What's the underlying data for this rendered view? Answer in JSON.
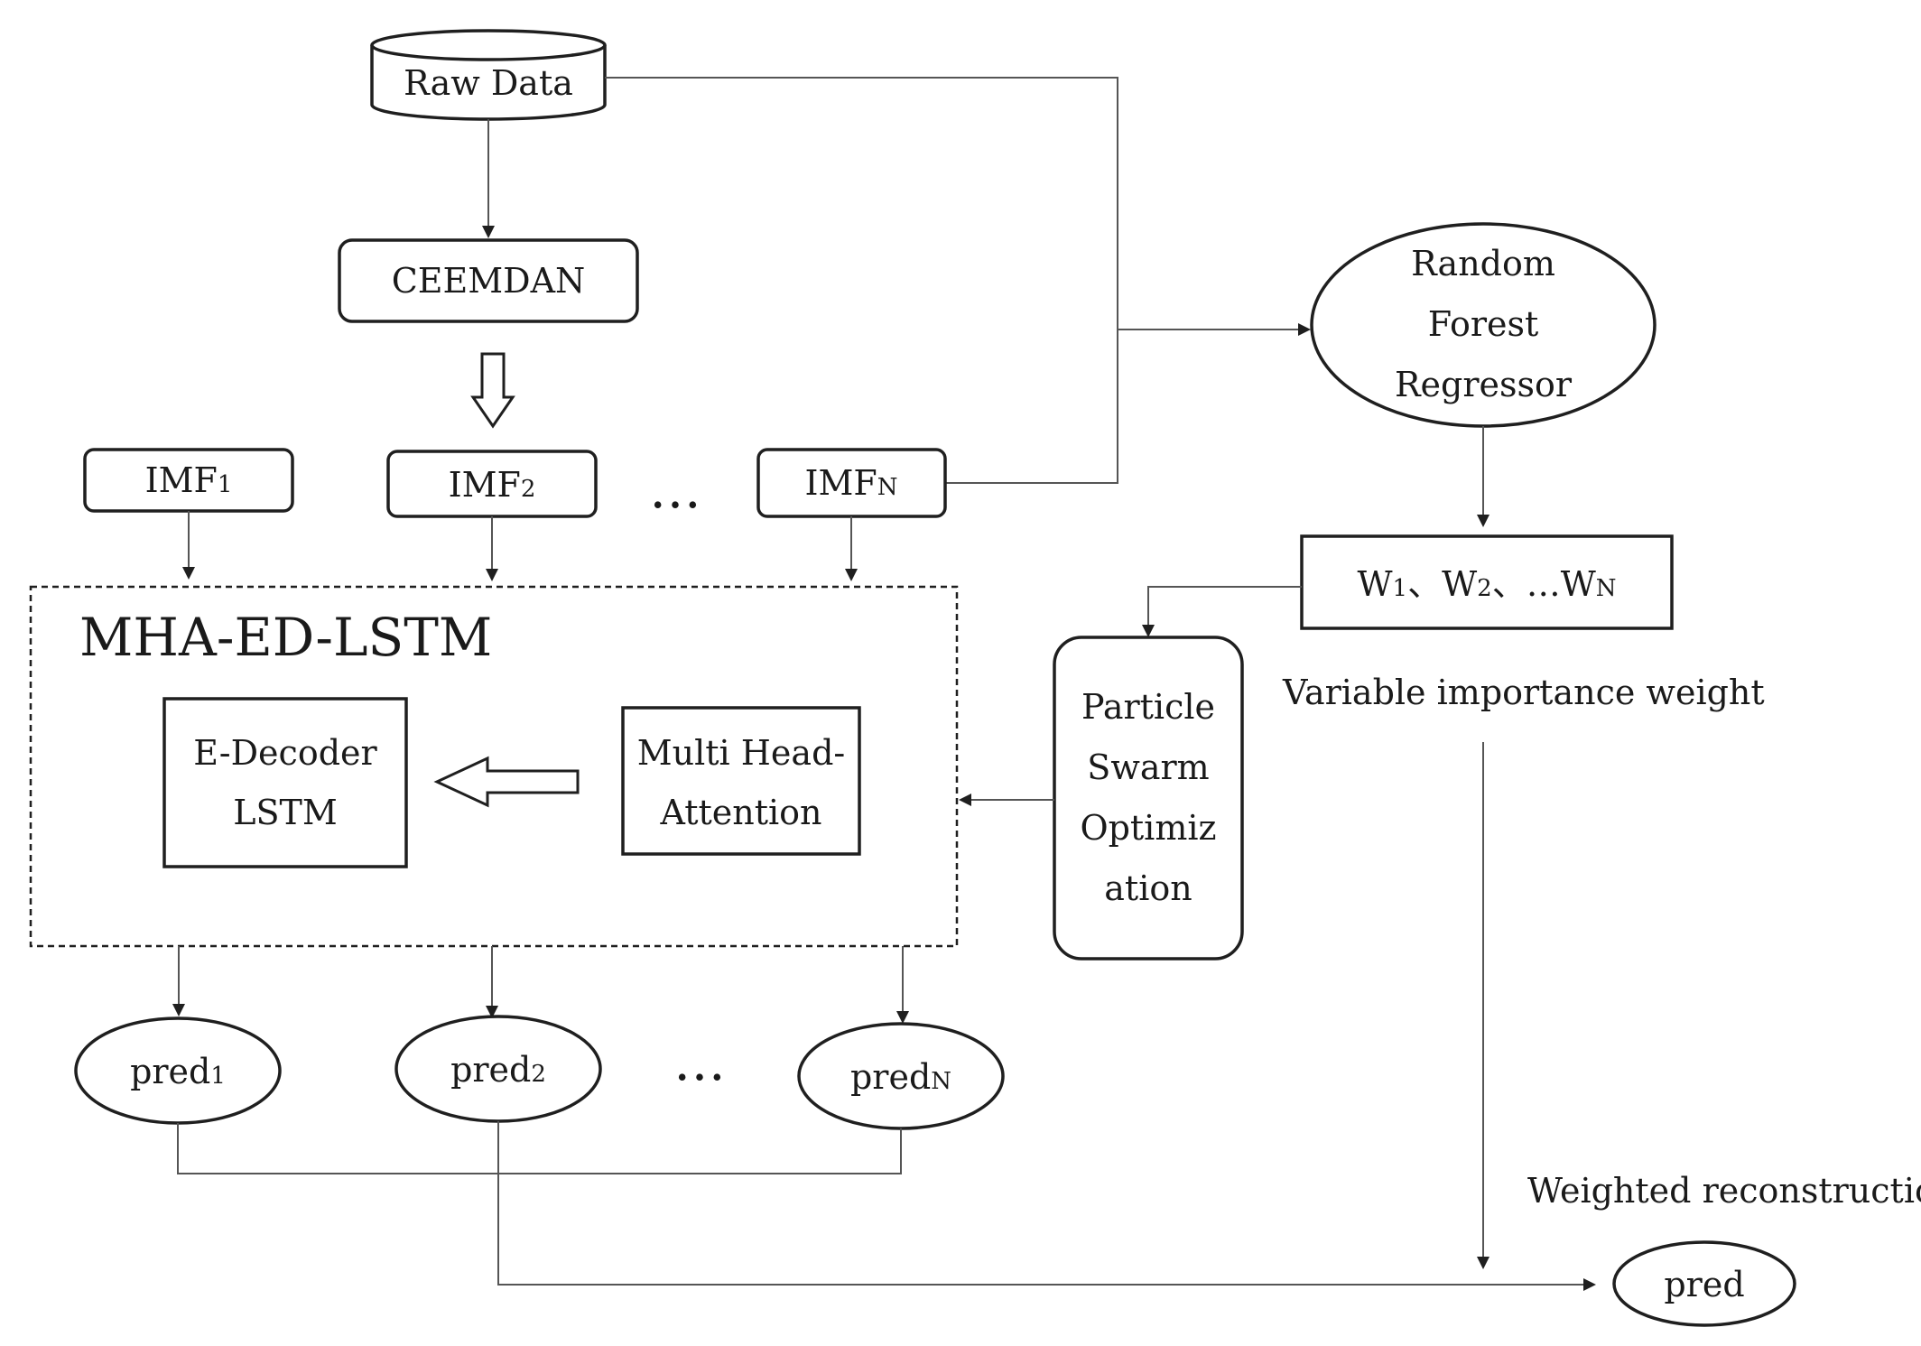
{
  "nodes": {
    "raw_data": "Raw Data",
    "ceemdan": "CEEMDAN",
    "imf1": {
      "base": "IMF",
      "sub": "1"
    },
    "imf2": {
      "base": "IMF",
      "sub": "2"
    },
    "imfn": {
      "base": "IMF",
      "sub": "N"
    },
    "imf_ellipsis": "…",
    "model_title": "MHA-ED-LSTM",
    "decoder": [
      "E-Decoder",
      "LSTM"
    ],
    "attention": [
      "Multi Head-",
      "Attention"
    ],
    "pso": [
      "Particle",
      "Swarm",
      "Optimiz",
      "ation"
    ],
    "rf": [
      "Random",
      "Forest",
      "Regressor"
    ],
    "weights": {
      "w1": "W",
      "w1_sub": "1",
      "sep1": "、",
      "w2": "W",
      "w2_sub": "2",
      "sep2": "、",
      "ell": "…",
      "wn": "W",
      "wn_sub": "N"
    },
    "weights_caption": "Variable importance weight",
    "pred1": {
      "base": "pred",
      "sub": "1"
    },
    "pred2": {
      "base": "pred",
      "sub": "2"
    },
    "predn": {
      "base": "pred",
      "sub": "N"
    },
    "pred_ellipsis": "…",
    "reconstruction_caption": "Weighted reconstruction",
    "pred_final": "pred"
  }
}
